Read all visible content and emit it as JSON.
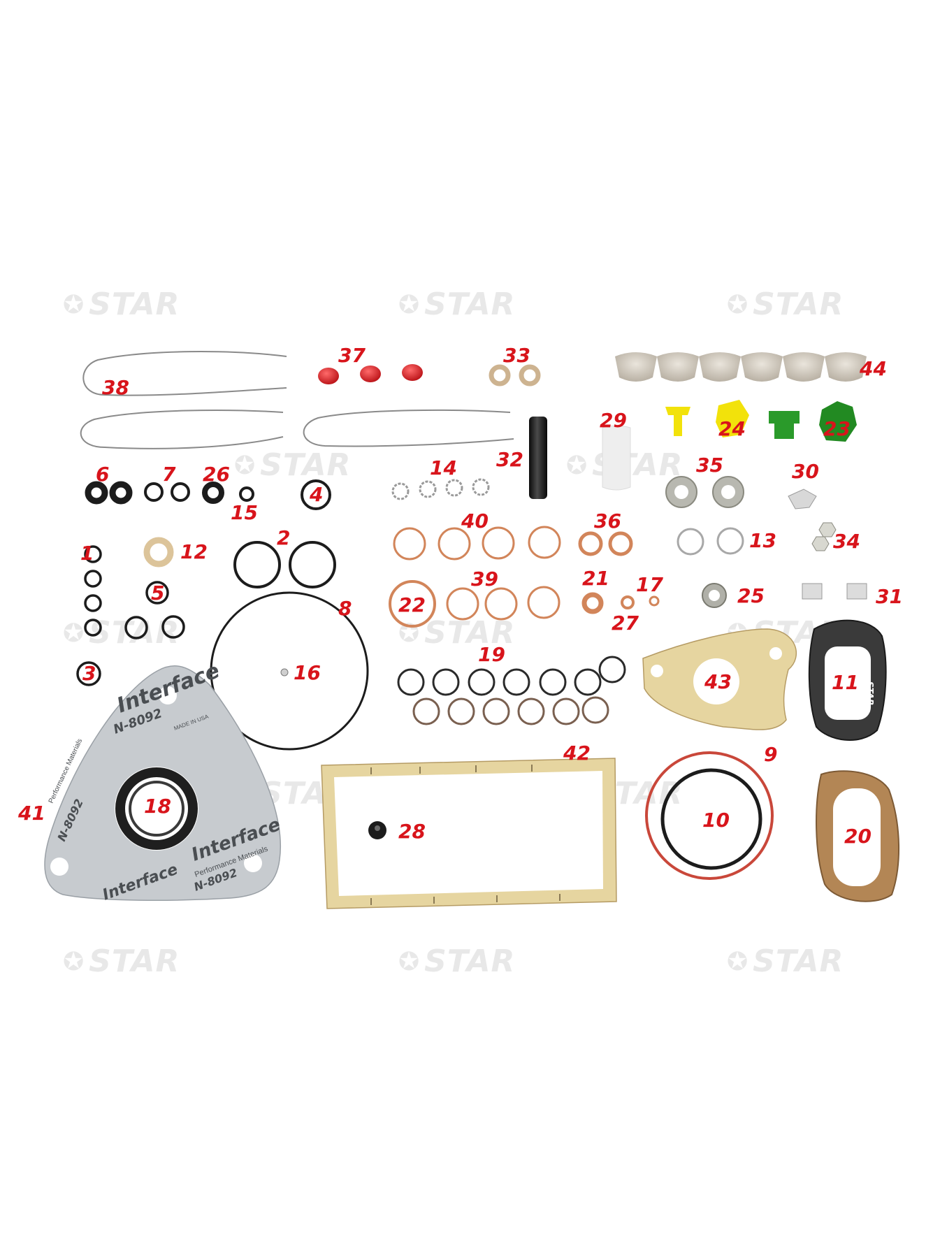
{
  "watermark": {
    "brand": "STAR",
    "star_glyph": "✪"
  },
  "callouts": [
    "1",
    "2",
    "3",
    "4",
    "5",
    "6",
    "7",
    "8",
    "9",
    "10",
    "11",
    "12",
    "13",
    "14",
    "15",
    "16",
    "17",
    "18",
    "19",
    "20",
    "21",
    "22",
    "23",
    "24",
    "25",
    "26",
    "27",
    "28",
    "29",
    "30",
    "31",
    "32",
    "33",
    "34",
    "35",
    "36",
    "37",
    "38",
    "39",
    "40",
    "41",
    "42",
    "43",
    "44"
  ],
  "gasket_prints": {
    "brand": "Interface",
    "spec": "N-8092",
    "line": "Performance Materials",
    "origin": "MADE IN USA",
    "label_11_logo": "STAR"
  },
  "colors": {
    "callout": "#d8141b",
    "copper": "#d2855a",
    "rubber": "#1c1c1c",
    "paper_gasket": "#e6d5a0",
    "fiber_gasket": "#b38655",
    "grey_gasket": "#c7cbcf",
    "red_oring": "#c9473a",
    "yellow_cap": "#f2e20b",
    "green_cap": "#2a9a2a",
    "red_cap": "#e02226"
  }
}
